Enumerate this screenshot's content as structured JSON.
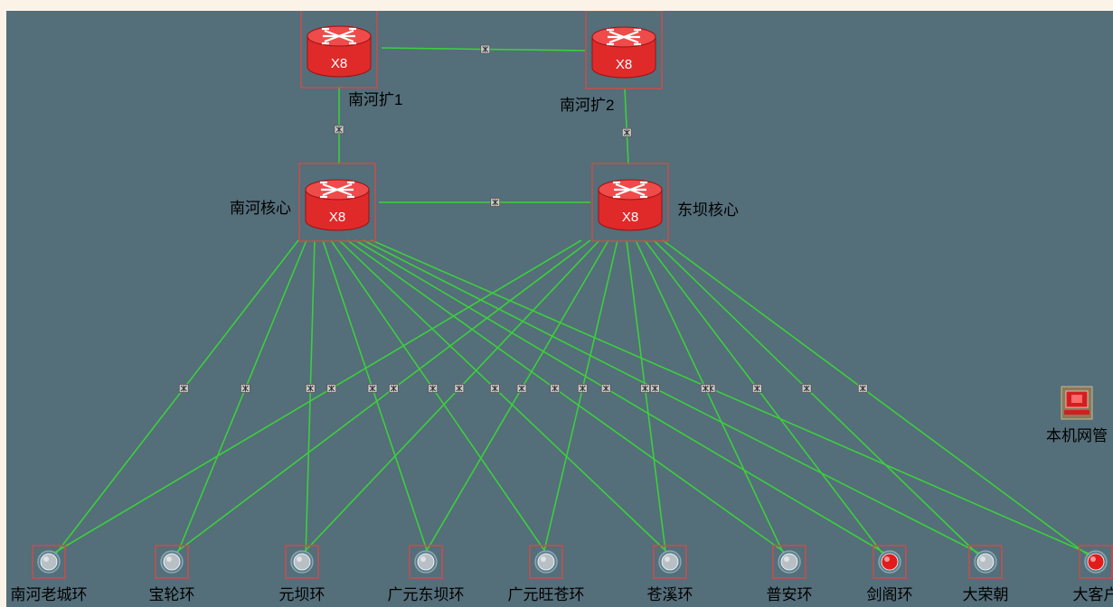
{
  "colors": {
    "background": "#546e7a",
    "link": "#3ccf3c",
    "router": "#e02a2a",
    "ring_ok": "#b8c0c6",
    "ring_alarm": "#e21b1b",
    "selection": "#c0504d"
  },
  "routers": [
    {
      "id": "ext1",
      "name": "南河扩1",
      "model": "X8",
      "icon": "router-icon"
    },
    {
      "id": "ext2",
      "name": "南河扩2",
      "model": "X8",
      "icon": "router-icon"
    },
    {
      "id": "core_nh",
      "name": "南河核心",
      "model": "X8",
      "icon": "router-icon"
    },
    {
      "id": "core_db",
      "name": "东坝核心",
      "model": "X8",
      "icon": "router-icon"
    }
  ],
  "rings": [
    {
      "id": "r1",
      "name": "南河老城环",
      "status": "normal",
      "icon": "ring-node-icon"
    },
    {
      "id": "r2",
      "name": "宝轮环",
      "status": "normal",
      "icon": "ring-node-icon"
    },
    {
      "id": "r3",
      "name": "元坝环",
      "status": "normal",
      "icon": "ring-node-icon"
    },
    {
      "id": "r4",
      "name": "广元东坝环",
      "status": "normal",
      "icon": "ring-node-icon"
    },
    {
      "id": "r5",
      "name": "广元旺苍环",
      "status": "normal",
      "icon": "ring-node-icon"
    },
    {
      "id": "r6",
      "name": "苍溪环",
      "status": "normal",
      "icon": "ring-node-icon"
    },
    {
      "id": "r7",
      "name": "普安环",
      "status": "normal",
      "icon": "ring-node-icon"
    },
    {
      "id": "r8",
      "name": "剑阁环",
      "status": "alarm",
      "icon": "ring-node-icon"
    },
    {
      "id": "r9",
      "name": "大荣朝",
      "status": "normal",
      "icon": "ring-node-icon"
    },
    {
      "id": "r10",
      "name": "大客户",
      "status": "alarm",
      "icon": "ring-node-icon"
    }
  ],
  "nms": {
    "name": "本机网管",
    "icon": "computer-icon"
  },
  "links": [
    {
      "from": "ext1",
      "to": "ext2"
    },
    {
      "from": "ext1",
      "to": "core_nh"
    },
    {
      "from": "ext2",
      "to": "core_db"
    },
    {
      "from": "core_nh",
      "to": "core_db"
    },
    {
      "from": "core_nh",
      "to": "r1"
    },
    {
      "from": "core_nh",
      "to": "r2"
    },
    {
      "from": "core_nh",
      "to": "r3"
    },
    {
      "from": "core_nh",
      "to": "r4"
    },
    {
      "from": "core_nh",
      "to": "r5"
    },
    {
      "from": "core_nh",
      "to": "r6"
    },
    {
      "from": "core_nh",
      "to": "r7"
    },
    {
      "from": "core_nh",
      "to": "r8"
    },
    {
      "from": "core_nh",
      "to": "r9"
    },
    {
      "from": "core_nh",
      "to": "r10"
    },
    {
      "from": "core_db",
      "to": "r1"
    },
    {
      "from": "core_db",
      "to": "r2"
    },
    {
      "from": "core_db",
      "to": "r3"
    },
    {
      "from": "core_db",
      "to": "r4"
    },
    {
      "from": "core_db",
      "to": "r5"
    },
    {
      "from": "core_db",
      "to": "r6"
    },
    {
      "from": "core_db",
      "to": "r7"
    },
    {
      "from": "core_db",
      "to": "r8"
    },
    {
      "from": "core_db",
      "to": "r9"
    },
    {
      "from": "core_db",
      "to": "r10"
    }
  ]
}
